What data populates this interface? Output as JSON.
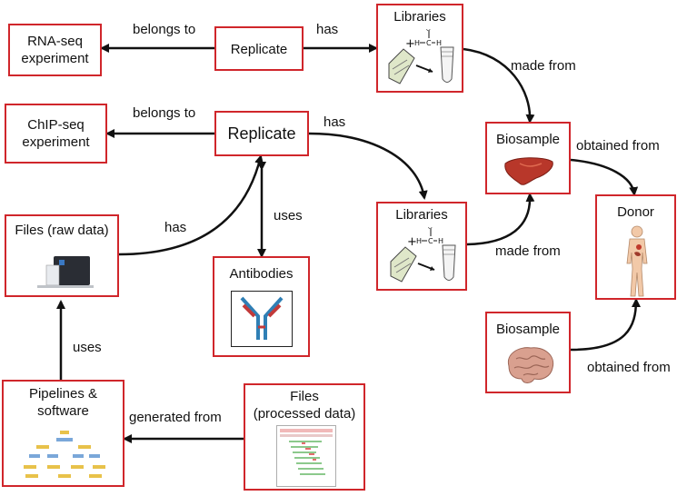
{
  "nodes": {
    "rnaseq": "RNA-seq\nexperiment",
    "replicate_top": "Replicate",
    "libraries_top": "Libraries",
    "chipseq": "ChIP-seq\nexperiment",
    "replicate_mid": "Replicate",
    "biosample_liver": "Biosample",
    "libraries_mid": "Libraries",
    "donor": "Donor",
    "files_raw": "Files (raw data)",
    "antibodies": "Antibodies",
    "biosample_brain": "Biosample",
    "pipelines": "Pipelines &\nsoftware",
    "files_processed": "Files\n(processed data)"
  },
  "edges": {
    "belongs_to_1": "belongs to",
    "has_1": "has",
    "made_from_1": "made from",
    "belongs_to_2": "belongs to",
    "has_2": "has",
    "obtained_from_1": "obtained from",
    "has_3": "has",
    "uses_1": "uses",
    "made_from_2": "made from",
    "uses_2": "uses",
    "generated_from": "generated from",
    "obtained_from_2": "obtained from"
  },
  "icons": {
    "libraries": "cell-crosslink-tube-icon",
    "liver": "liver-icon",
    "donor": "human-body-icon",
    "sequencer": "sequencer-icon",
    "antibody": "antibody-icon",
    "brain": "brain-icon",
    "pipeline": "pipeline-flowchart-icon",
    "genome_browser": "genome-browser-icon"
  },
  "colors": {
    "node_border": "#d0262b",
    "arrow": "#111111"
  }
}
